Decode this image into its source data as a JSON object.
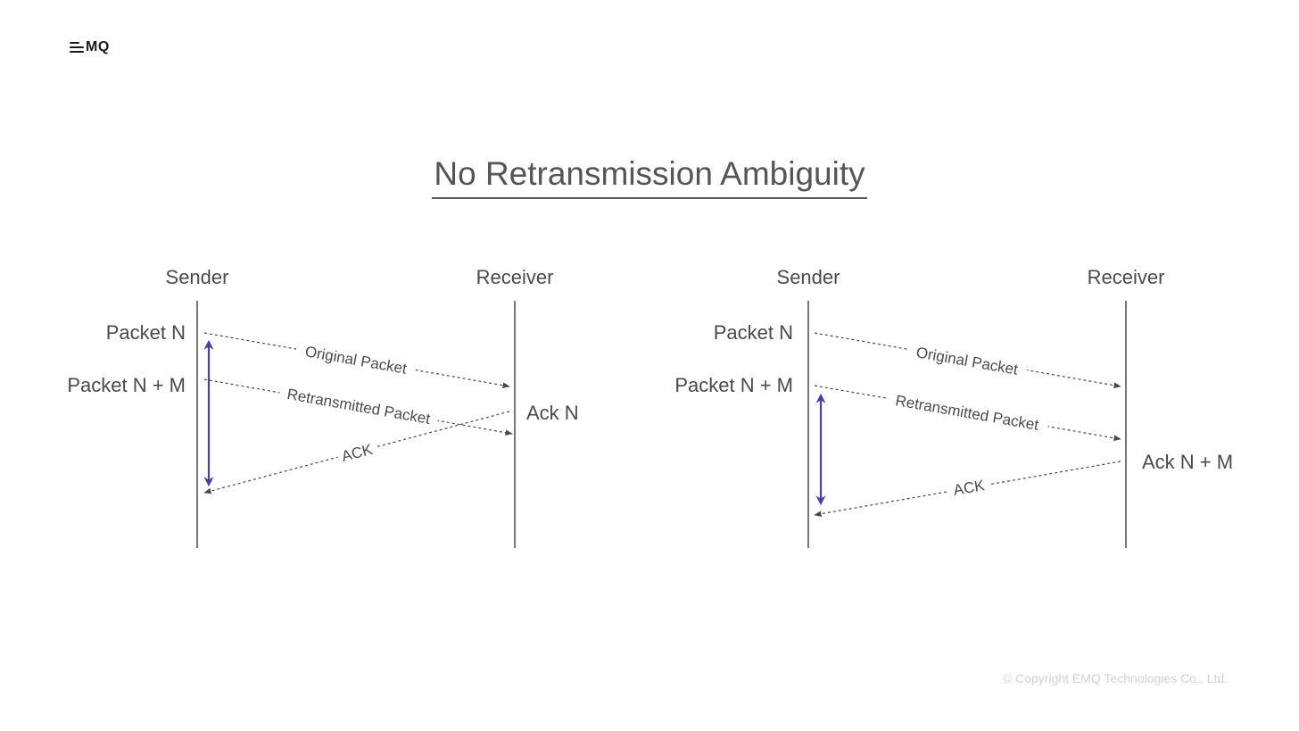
{
  "logo": {
    "text": "MQ"
  },
  "title": "No Retransmission Ambiguity",
  "copyright": "© Copyright EMQ Technologies Co., Ltd.",
  "colors": {
    "line": "#4a4a4a",
    "accent": "#4a3fa8",
    "muted": "#d2d2d2"
  },
  "diagrams": [
    {
      "sender": "Sender",
      "receiver": "Receiver",
      "packet_n": "Packet N",
      "packet_nm": "Packet N + M",
      "original": "Original Packet",
      "retransmitted": "Retransmitted Packet",
      "ack_msg": "ACK",
      "ack_label": "Ack N"
    },
    {
      "sender": "Sender",
      "receiver": "Receiver",
      "packet_n": "Packet N",
      "packet_nm": "Packet N + M",
      "original": "Original Packet",
      "retransmitted": "Retransmitted Packet",
      "ack_msg": "ACK",
      "ack_label": "Ack N + M"
    }
  ]
}
